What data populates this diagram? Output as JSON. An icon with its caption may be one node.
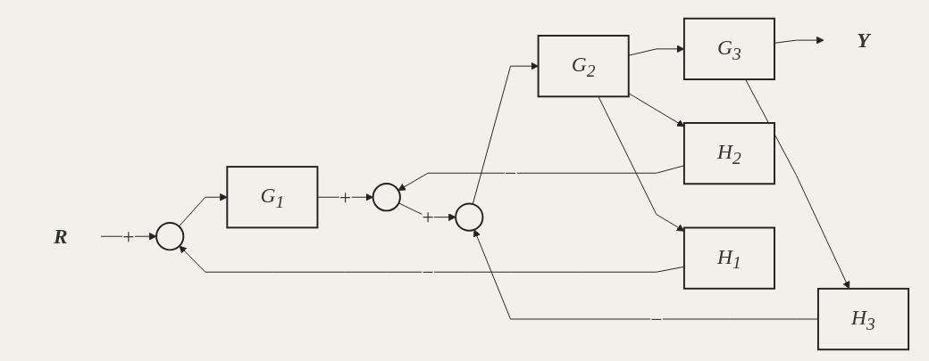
{
  "diagram": {
    "nodes": [
      {
        "text": [
          "R"
        ]
      },
      {
        "text": [],
        "shape": "circle"
      },
      {
        "text": [
          "G$_{1}$"
        ]
      },
      {
        "text": [],
        "shape": "circle"
      },
      {
        "text": [],
        "shape": "circle"
      },
      {
        "text": [
          "G$_{2}$"
        ]
      },
      {
        "text": [
          "G$_{3}$"
        ]
      },
      {
        "text": [
          "Y"
        ]
      },
      {
        "text": [
          "H$_{3}$"
        ]
      },
      {
        "text": [
          "H$_{2}$"
        ]
      },
      {
        "text": [
          "H$_{1}$"
        ]
      }
    ],
    "edges": [
      {
        "from": 0,
        "to": 1,
        "arrow": "to",
        "label": "+"
      },
      {
        "from": 1,
        "to": 2,
        "arrow": "to"
      },
      {
        "from": 10,
        "to": 1,
        "arrow": "to",
        "label": "−"
      },
      {
        "from": 2,
        "to": 3,
        "arrow": "to",
        "label": "+"
      },
      {
        "from": 9,
        "to": 3,
        "arrow": "to",
        "label": "−"
      },
      {
        "from": 3,
        "to": 4,
        "arrow": "to",
        "label": "+"
      },
      {
        "from": 8,
        "to": 4,
        "arrow": "to",
        "label": "−"
      },
      {
        "from": 4,
        "to": 5,
        "arrow": "to"
      },
      {
        "from": 5,
        "to": 6,
        "arrow": "to"
      },
      {
        "from": 5,
        "to": 9,
        "arrow": "to"
      },
      {
        "from": 5,
        "to": 10,
        "arrow": "to"
      },
      {
        "from": 6,
        "to": 7,
        "arrow": "to"
      },
      {
        "from": 6,
        "to": 8,
        "arrow": "to"
      }
    ]
  }
}
